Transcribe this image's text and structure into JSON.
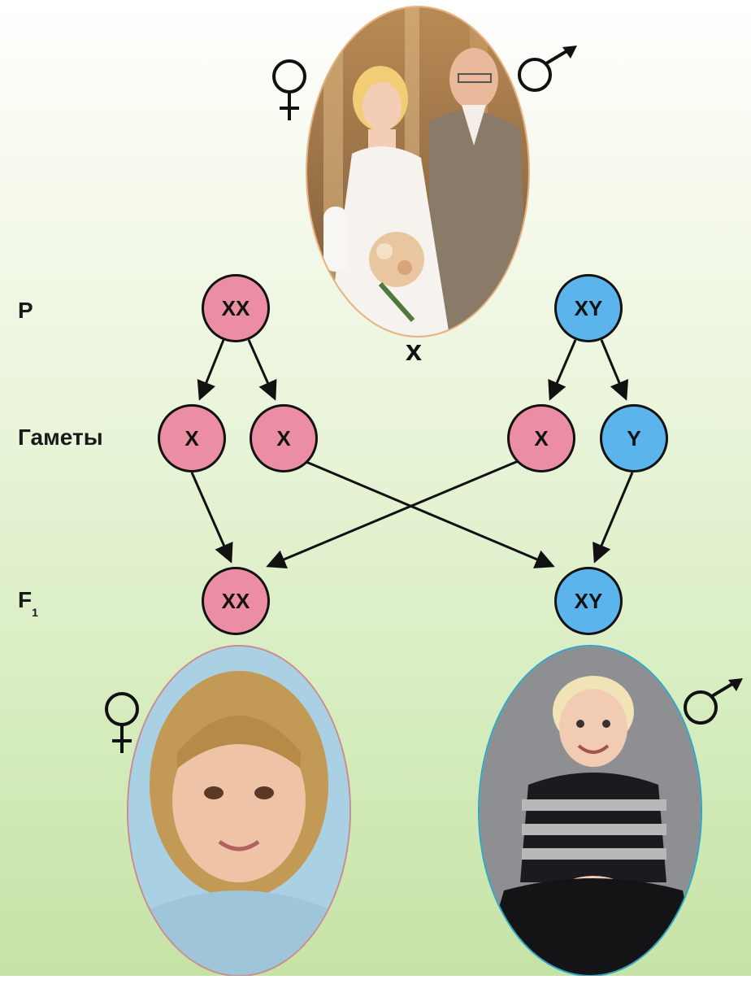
{
  "rows": {
    "parents": "P",
    "gametes": "Гаметы",
    "f1_letter": "F",
    "f1_sub": "1"
  },
  "cross_sign": "x",
  "parents": {
    "female": "XX",
    "male": "XY"
  },
  "gametes": [
    "X",
    "X",
    "X",
    "Y"
  ],
  "offspring": {
    "female": "XX",
    "male": "XY"
  },
  "symbols": {
    "female": "female-symbol",
    "male": "male-symbol"
  },
  "photos": [
    "wedding-couple-photo",
    "girl-portrait-photo",
    "boy-portrait-photo"
  ],
  "colors": {
    "female_node": "#eb8ea4",
    "male_node": "#5bb5ec",
    "outline": "#111111",
    "background": "#d5ecbc"
  }
}
